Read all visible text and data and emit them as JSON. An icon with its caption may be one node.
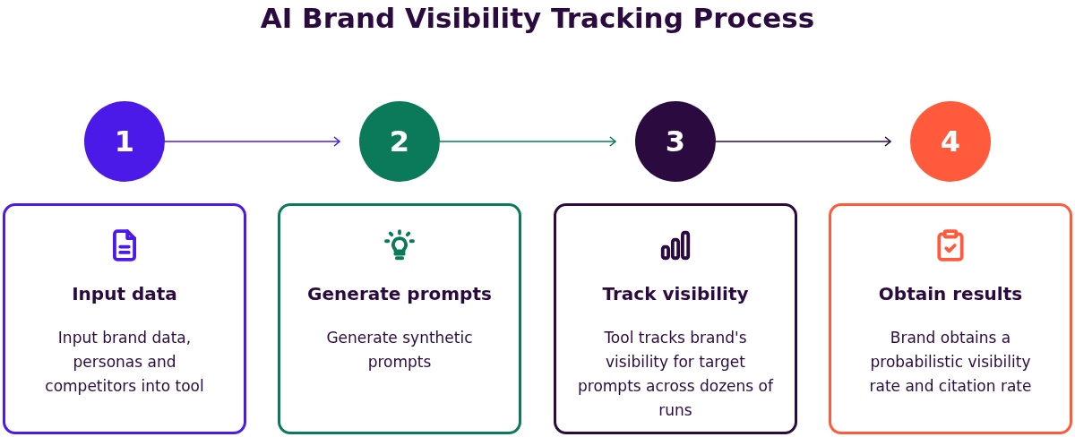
{
  "diagram": {
    "title": "AI Brand Visibility Tracking Process",
    "nodes": [
      {
        "text": [
          "1"
        ]
      },
      {
        "text": [
          "2"
        ]
      },
      {
        "text": [
          "3"
        ]
      },
      {
        "text": [
          "4"
        ]
      },
      {
        "text": [
          "Input data",
          "Input brand data, personas and competitors into tool"
        ]
      },
      {
        "text": [
          "Generate prompts",
          "Generate synthetic prompts"
        ]
      },
      {
        "text": [
          "Track visibility",
          "Tool tracks brand's visibility for target prompts across dozens of runs"
        ]
      },
      {
        "text": [
          "Obtain results",
          "Brand obtains a probabilistic visibility rate and citation rate"
        ]
      }
    ],
    "edges": [
      {
        "from": 0,
        "to": 1,
        "arrow": "to",
        "color": "#4b1ae8"
      },
      {
        "from": 1,
        "to": 2,
        "arrow": "to",
        "color": "#0a7a5a"
      },
      {
        "from": 2,
        "to": 3,
        "arrow": "to",
        "color": "#2b0b3f"
      }
    ]
  }
}
